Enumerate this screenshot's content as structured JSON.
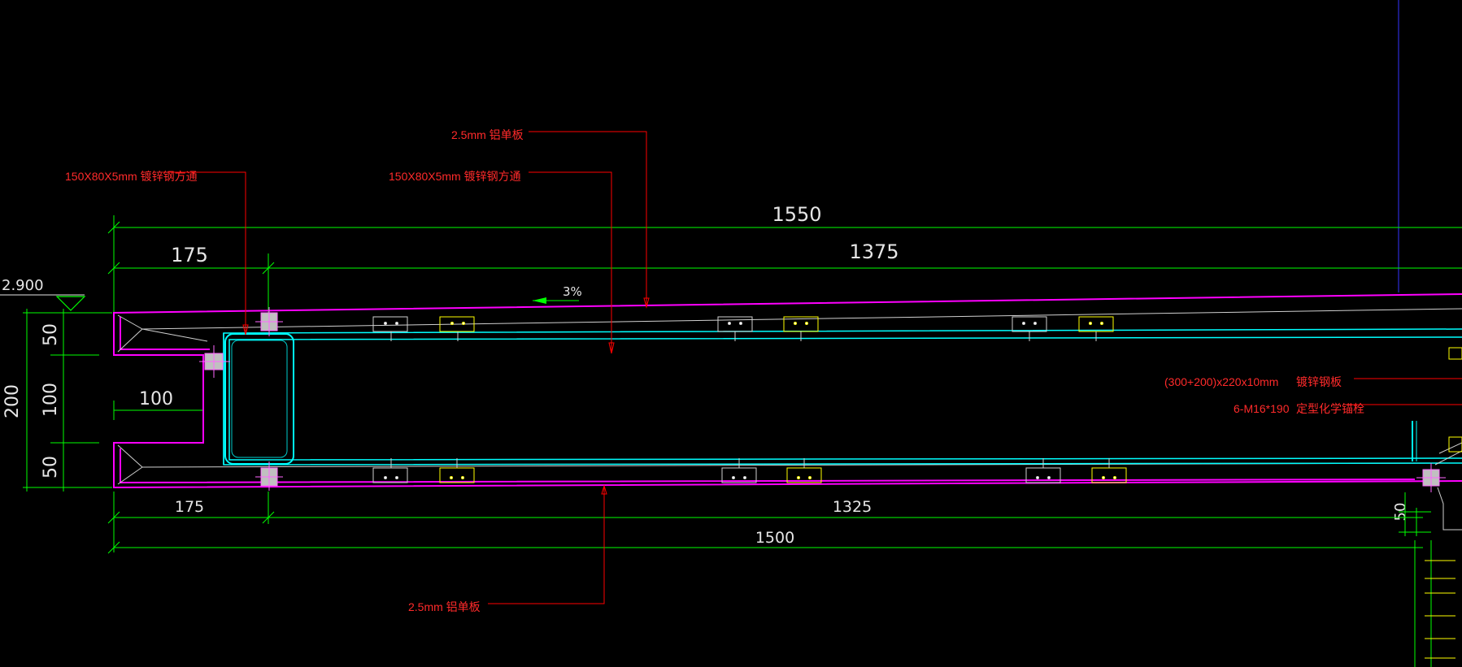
{
  "drawing": {
    "elevation_label": "2.900",
    "dimensions": {
      "top_total": "1550",
      "top_left": "175",
      "top_right": "1375",
      "left_total": "200",
      "left_top": "50",
      "left_mid": "100",
      "left_bottom": "50",
      "inner_width": "100",
      "bottom_left": "175",
      "bottom_right": "1325",
      "bottom_total": "1500",
      "right_small": "50"
    },
    "slope_label": "3%",
    "callouts": {
      "steel_tube_left": "150X80X5mm 镀锌钢方通",
      "steel_tube_mid": "150X80X5mm 镀锌钢方通",
      "aluminum_top": "2.5mm 铝单板",
      "aluminum_bottom": "2.5mm 铝单板",
      "embed_plate_size": "(300+200)x220x10mm",
      "embed_plate_name": "镀锌钢板",
      "anchor_bolt_spec": "6-M16*190",
      "anchor_bolt_name": "定型化学锚栓"
    },
    "colors": {
      "background": "#000000",
      "dimension_lines": "#00ff00",
      "callouts": "#ff0000",
      "outer_panel": "#ff00ff",
      "inner_panel": "#00ffff",
      "bracket_highlight": "#ffff00",
      "guide_line": "#3333ff"
    }
  }
}
